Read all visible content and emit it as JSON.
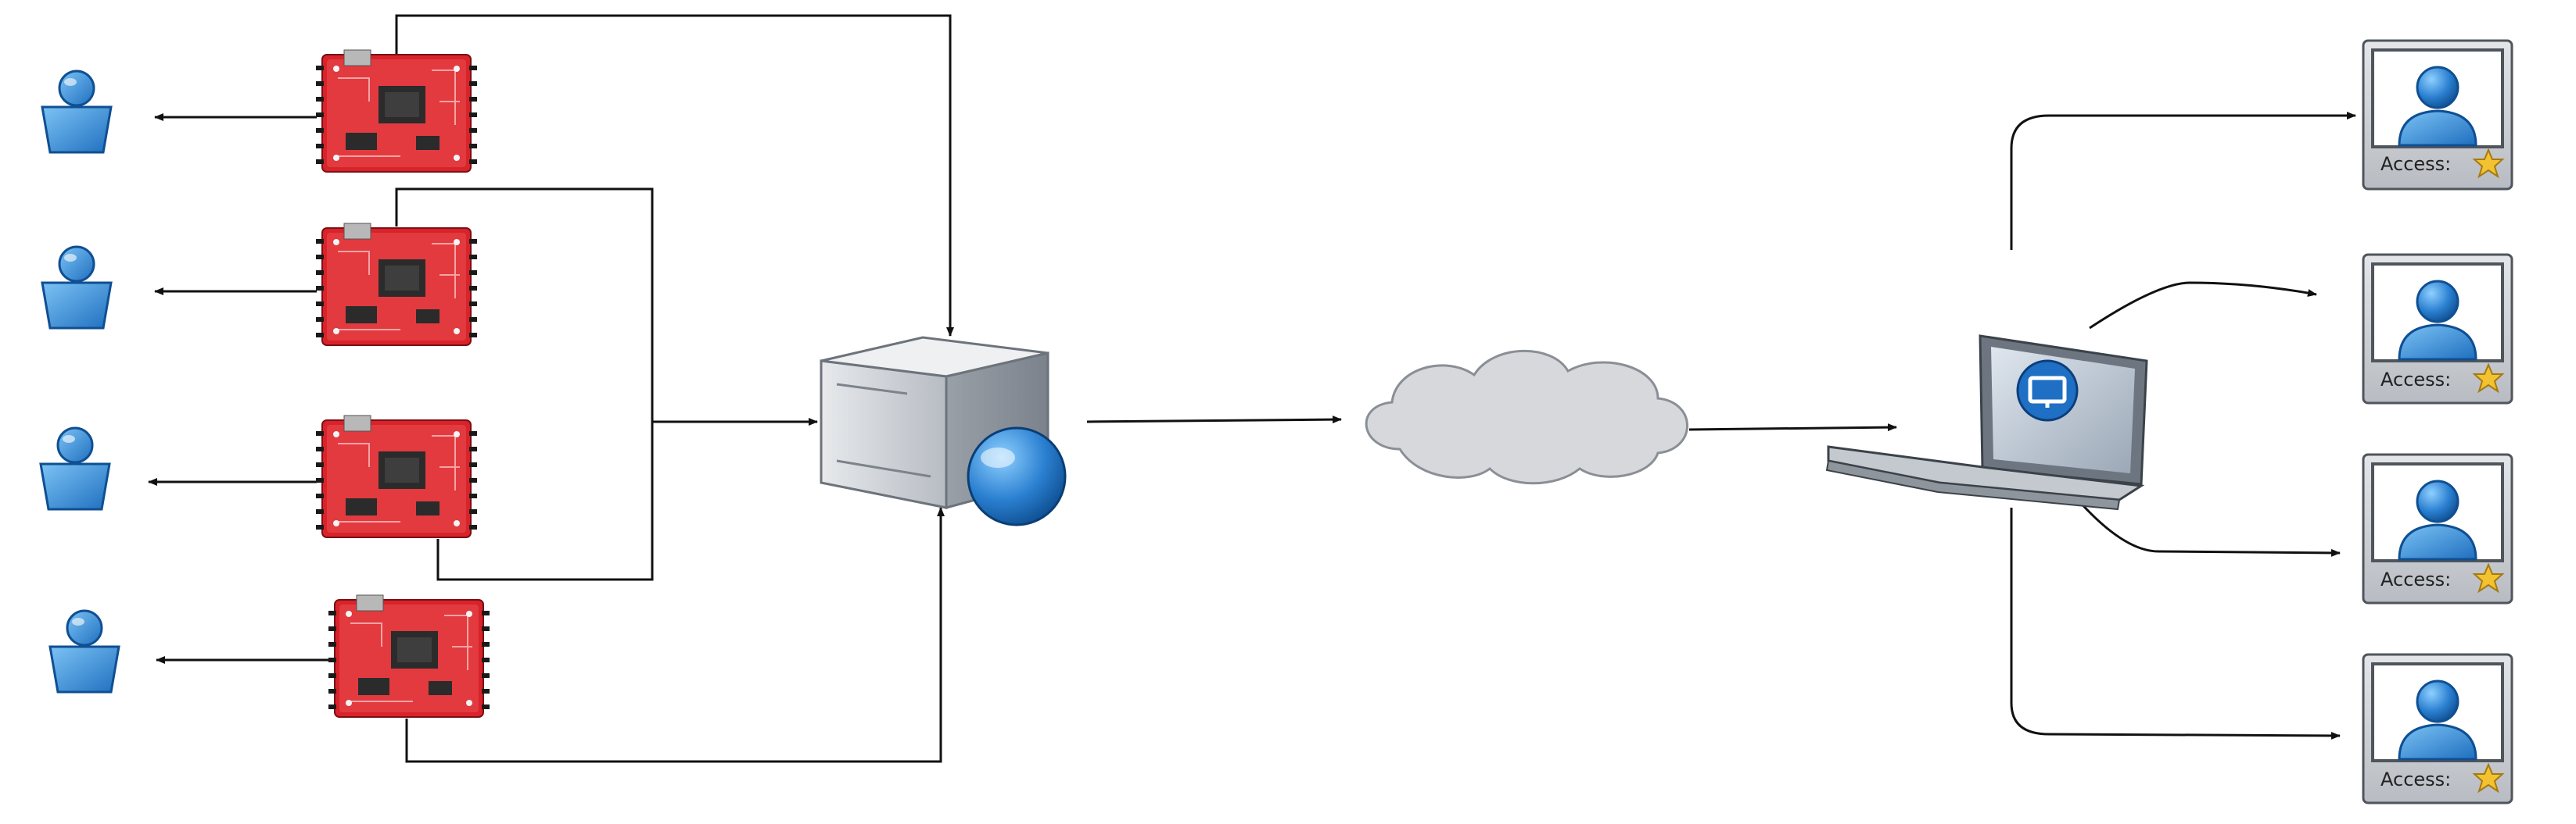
{
  "diagram": {
    "access_cards": [
      {
        "label": "Access:"
      },
      {
        "label": "Access:"
      },
      {
        "label": "Access:"
      },
      {
        "label": "Access:"
      }
    ]
  },
  "colors": {
    "line": "#111111",
    "board_red": "#d8232a",
    "user_blue": "#2a86d8",
    "server_grey": "#b9bec6",
    "cloud_grey": "#d6d8dc",
    "card_grey": "#c9cdd2",
    "star": "#e3a925"
  },
  "icons": [
    "user-icon",
    "microcontroller-board-icon",
    "server-icon",
    "globe-icon",
    "cloud-icon",
    "laptop-icon",
    "access-card-icon",
    "star-icon"
  ]
}
